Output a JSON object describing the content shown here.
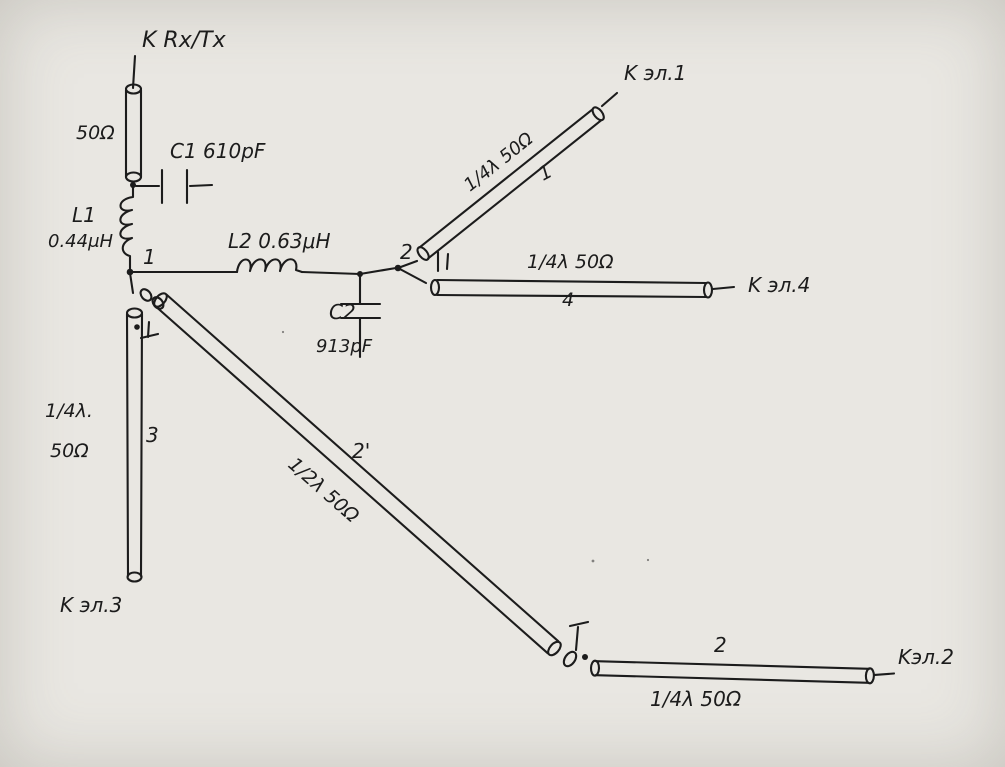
{
  "page": {
    "background": "#e9e7e2",
    "ink_color": "#1c1c1c",
    "description": "Hand-drawn antenna phasing / feed network schematic with coax line sections"
  },
  "labels": {
    "feed": "K Rx/Tx",
    "feed_coax": "50Ω",
    "c1": "C1 610pF",
    "l1_name": "L1",
    "l1_value": "0.44μH",
    "node1": "1",
    "l2": "L2  0.63μH",
    "node2": "2",
    "c2_name": "C2",
    "c2_value": "913pF",
    "line1_spec": "1/4λ 50Ω",
    "line1_num": "1",
    "el1": "K эл.1",
    "line4_spec": "1/4λ  50Ω",
    "line4_num": "4",
    "el4": "K эл.4",
    "line3_spec_a": "1/4λ.",
    "line3_spec_b": "50Ω",
    "line3_num": "3",
    "el3": "K эл.3",
    "line2p_num": "2'",
    "line2p_spec": "1/2λ 50Ω",
    "line2_num": "2",
    "line2_spec": "1/4λ 50Ω",
    "el2": "Kэл.2"
  }
}
